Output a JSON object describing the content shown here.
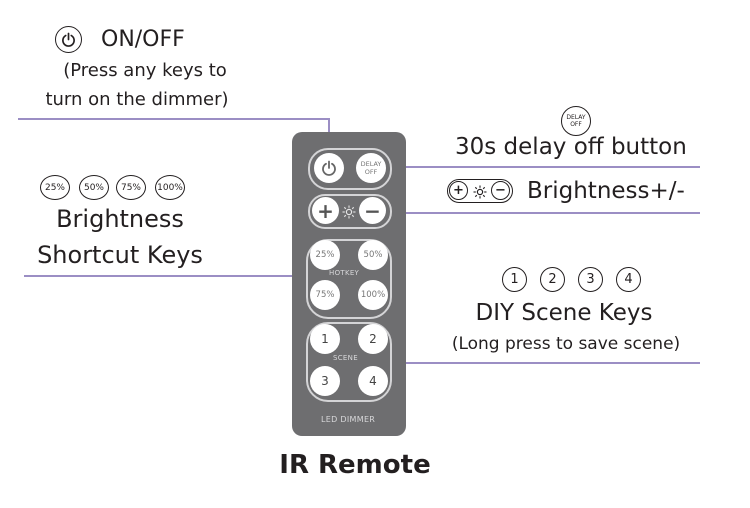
{
  "callouts": {
    "onoff": {
      "title": "ON/OFF",
      "note_line1": "(Press any keys to",
      "note_line2": "turn on the dimmer)"
    },
    "delay": {
      "icon_line1": "DELAY",
      "icon_line2": "OFF",
      "label": "30s delay off button"
    },
    "brightness_adjust": {
      "plus": "+",
      "minus": "−",
      "label": "Brightness+/-"
    },
    "shortcut": {
      "keys": [
        "25%",
        "50%",
        "75%",
        "100%"
      ],
      "label_line1": "Brightness",
      "label_line2": "Shortcut Keys"
    },
    "scene": {
      "keys": [
        "1",
        "2",
        "3",
        "4"
      ],
      "label": "DIY Scene Keys",
      "note": "(Long press to save scene)"
    }
  },
  "remote": {
    "delay_line1": "DELAY",
    "delay_line2": "OFF",
    "plus": "+",
    "minus": "−",
    "hotkeys": [
      "25%",
      "50%",
      "75%",
      "100%"
    ],
    "hotkey_label": "HOTKEY",
    "scenes": [
      "1",
      "2",
      "3",
      "4"
    ],
    "scene_label": "SCENE",
    "brand_label": "LED DIMMER"
  },
  "caption": "IR Remote",
  "colors": {
    "remote_body": "#6e6e70",
    "leader_line": "#9b8ec4",
    "text": "#231f20"
  }
}
